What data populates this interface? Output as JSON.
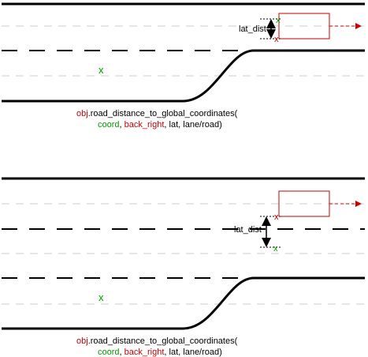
{
  "colors": {
    "road_edge": "#000000",
    "lane_dash": "#000000",
    "center_dash": "#cccccc",
    "vehicle_box": "#cc0000",
    "green_marker": "#00a000",
    "red_marker": "#cc0000",
    "code_obj": "#cc0000",
    "code_coord": "#00a000",
    "code_back_right": "#cc0000",
    "code_default": "#000000"
  },
  "panel_top": {
    "lat_label": "lat_dist",
    "coord_marker": "x",
    "code_line1": {
      "obj": "obj",
      "rest": ".road_distance_to_global_coordinates("
    },
    "code_line2": {
      "coord": "coord",
      "sep1": ", ",
      "back_right": "back_right",
      "rest": ", lat, lane/road)"
    }
  },
  "panel_bottom": {
    "lat_label": "lat_dist",
    "coord_marker": "x",
    "code_line1": {
      "obj": "obj",
      "rest": ".road_distance_to_global_coordinates("
    },
    "code_line2": {
      "coord": "coord",
      "sep1": ", ",
      "back_right": "back_right",
      "rest": ", lat, lane/road)"
    }
  }
}
